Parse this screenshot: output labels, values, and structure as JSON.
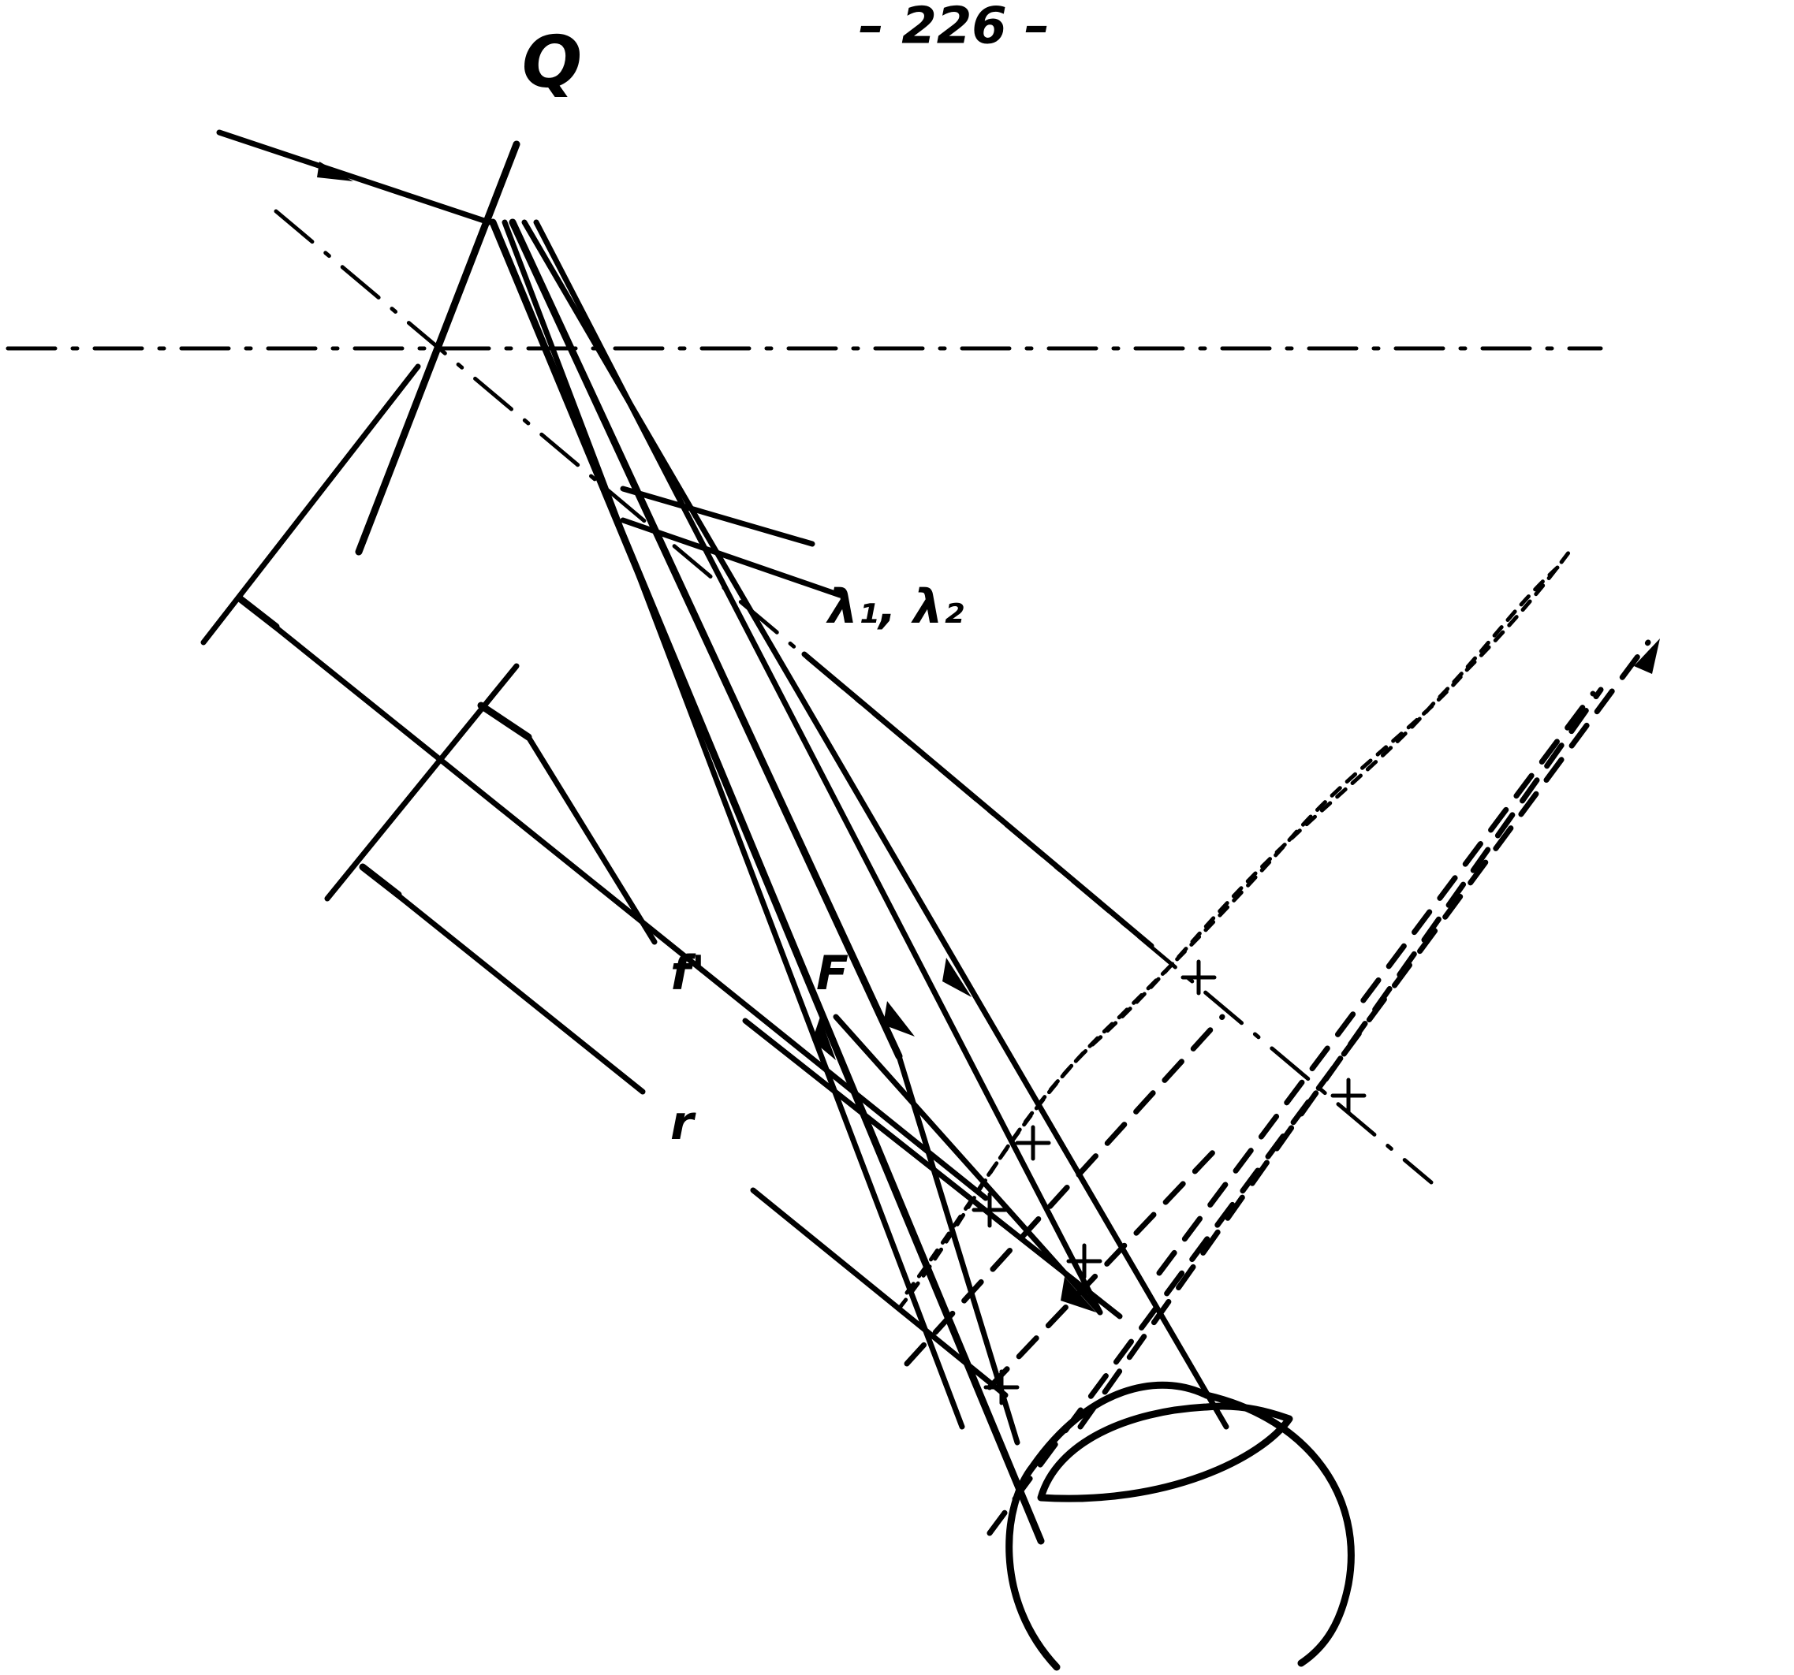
{
  "header": {
    "page_number": "– 226 –"
  },
  "labels": {
    "point_q": "Q",
    "wavelengths": "λ₁, λ₂",
    "focal_length": "f'",
    "focus_point": "F",
    "distance_r": "r"
  }
}
